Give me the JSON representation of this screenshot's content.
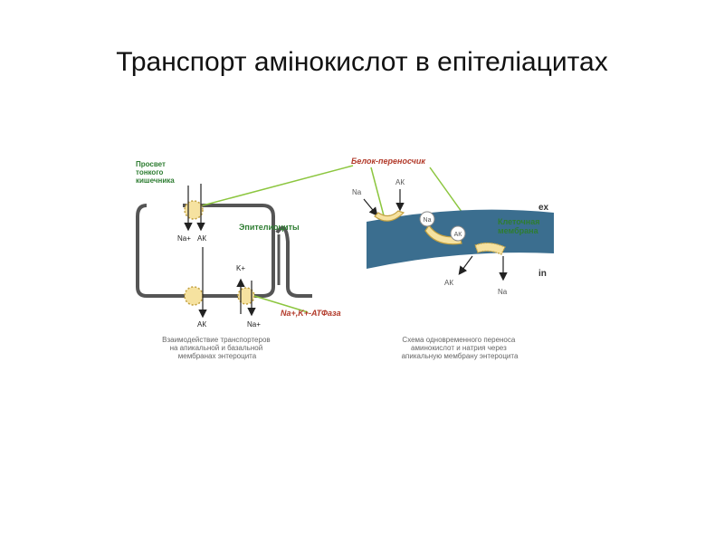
{
  "title": "Транспорт амінокислот в епітеліацитах",
  "colors": {
    "membrane_blue": "#3b6e8f",
    "cell_outline": "#555555",
    "carrier_fill": "#f6e2a0",
    "carrier_stroke": "#c2a040",
    "leader_line": "#8cc63f",
    "label_green": "#2e7d32",
    "label_red": "#b23a2a",
    "caption_gray": "#666666"
  },
  "left_panel": {
    "lumen_label": [
      "Просвет",
      "тонкого",
      "кишечника"
    ],
    "epithelium_label": "Эпителиоциты",
    "na_top": "Na+",
    "ak_top": "АК",
    "ak_bottom": "АК",
    "k_label": "K+",
    "na_bottom": "Na+",
    "atpase_label": "Na+,K+-АТФаза",
    "caption": [
      "Взаимодействие транспортеров",
      "на апикальной и базальной",
      "мембранах энтероцита"
    ]
  },
  "right_panel": {
    "carrier_label": "Белок-переносчик",
    "na_in_label": "Na",
    "ak_in_label": "АК",
    "ex_label": "ex",
    "in_label": "in",
    "na_bubble": "Na",
    "ak_bubble": "АК",
    "membrane_label": [
      "Клеточная",
      "мембрана"
    ],
    "ak_out_label": "АК",
    "na_out_label": "Na",
    "caption": [
      "Схема одновременного переноса",
      "аминокислот и натрия через",
      "апикальную мембрану энтероцита"
    ]
  }
}
